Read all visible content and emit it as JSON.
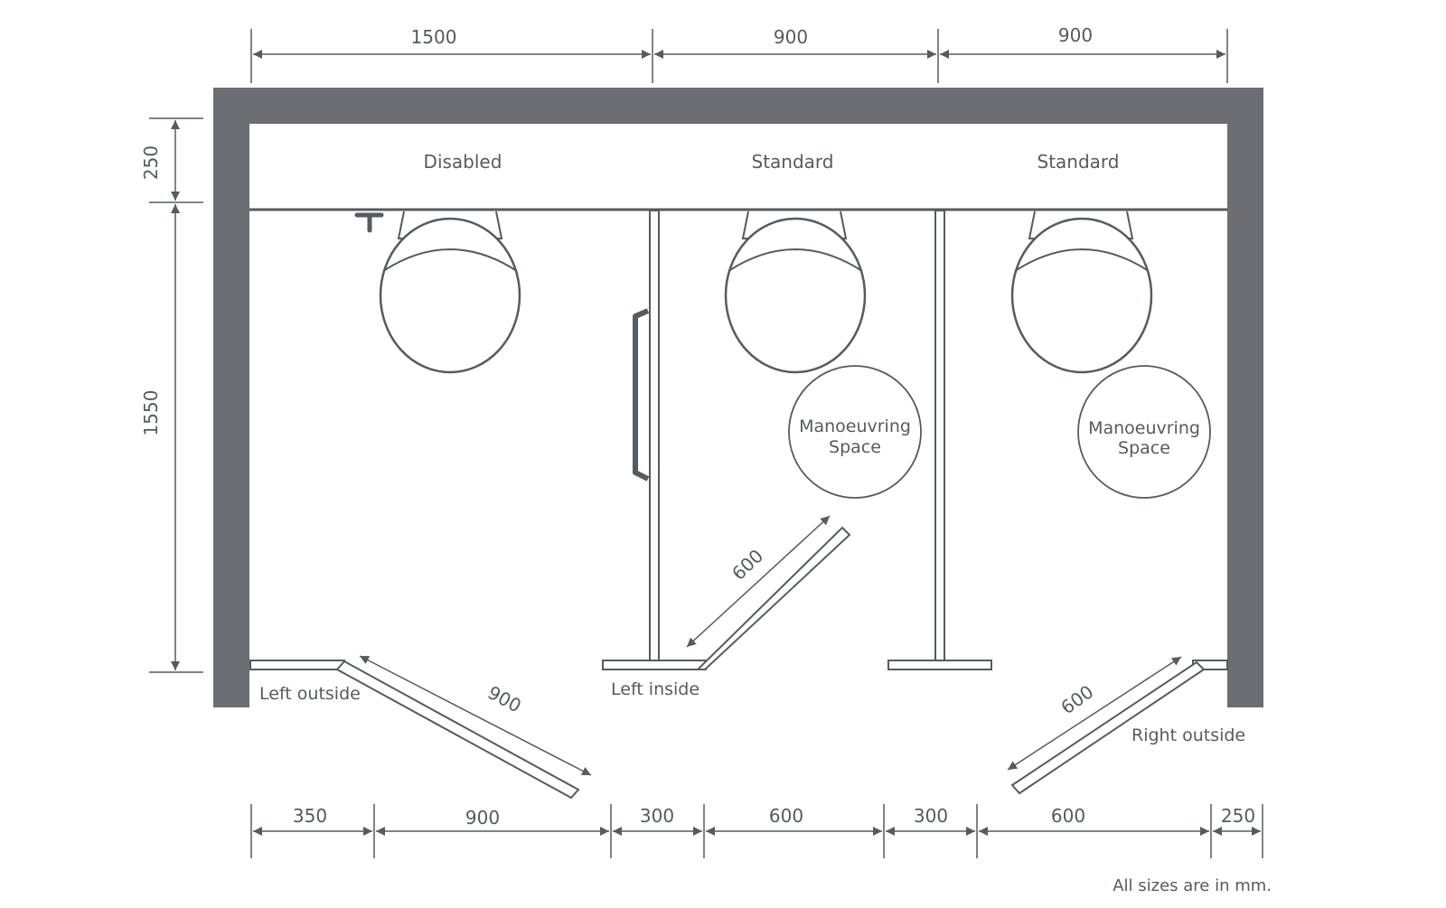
{
  "colors": {
    "wall": "#6d6e71",
    "line": "#555b60",
    "text": "#555b60",
    "background": "#ffffff"
  },
  "top_dimensions": [
    "1500",
    "900",
    "900"
  ],
  "left_dimensions": [
    "250",
    "1550"
  ],
  "bottom_dimensions": [
    "350",
    "900",
    "300",
    "600",
    "300",
    "600",
    "250"
  ],
  "cubicles": [
    "Disabled",
    "Standard",
    "Standard"
  ],
  "door_labels": {
    "left_outside": "Left outside",
    "left_inside": "Left inside",
    "right_outside": "Right outside"
  },
  "door_swing_dimensions": {
    "left_outside": "900",
    "left_inside": "600",
    "right_outside": "600"
  },
  "manoeuvring_space": {
    "line1": "Manoeuvring",
    "line2": "Space"
  },
  "note": "All sizes are in mm."
}
